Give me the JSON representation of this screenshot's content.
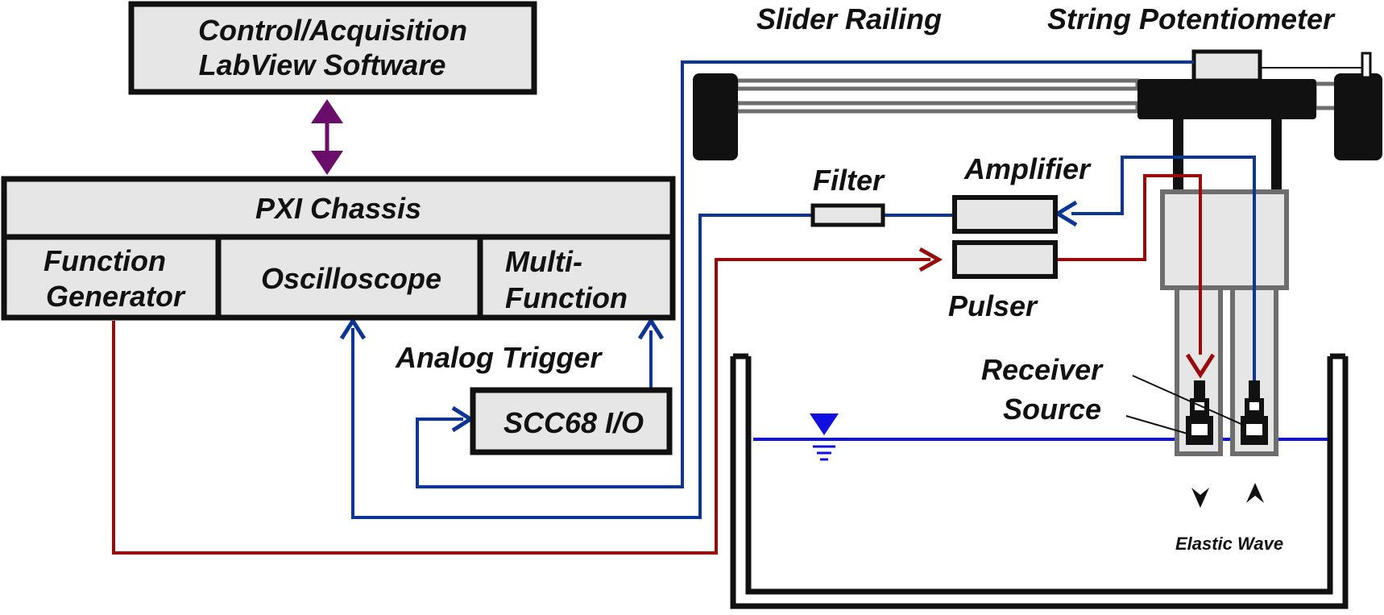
{
  "labels": {
    "software_line1": "Control/Acquisition",
    "software_line2": "LabView Software",
    "pxi_chassis": "PXI Chassis",
    "function_generator_line1": "Function",
    "function_generator_line2": "Generator",
    "oscilloscope": "Oscilloscope",
    "multifunction_line1": "Multi-",
    "multifunction_line2": "Function",
    "analog_trigger": "Analog Trigger",
    "scc68": "SCC68 I/O",
    "filter": "Filter",
    "amplifier": "Amplifier",
    "pulser": "Pulser",
    "slider_railing": "Slider Railing",
    "string_potentiometer": "String Potentiometer",
    "receiver": "Receiver",
    "source": "Source",
    "elastic_wave": "Elastic Wave"
  },
  "colors": {
    "box_fill": "#e6e6e6",
    "box_stroke": "#111111",
    "signal_blue": "#0c3596",
    "pulse_red": "#9a0a0a",
    "bidirectional_purple": "#6b0d6b",
    "water_blue": "#1010e0",
    "hardware_gray": "#6e6e6e",
    "hardware_black": "#111111"
  }
}
